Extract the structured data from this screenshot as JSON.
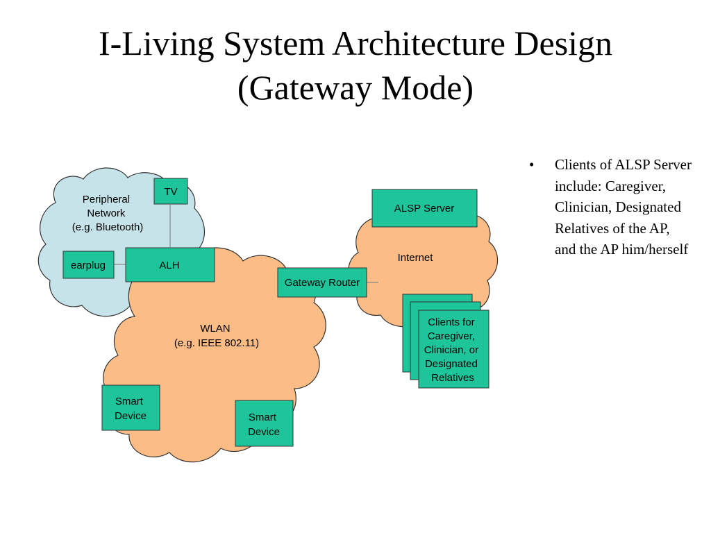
{
  "title": {
    "line1": "I-Living System Architecture Design",
    "line2": "(Gateway Mode)"
  },
  "diagram": {
    "peripheral_cloud": {
      "label_lines": [
        "Peripheral",
        "Network",
        "(e.g. Bluetooth)"
      ],
      "color": "#c5e3e8"
    },
    "wlan_cloud": {
      "label_lines": [
        "WLAN",
        "(e.g. IEEE 802.11)"
      ],
      "color": "#fbbd85"
    },
    "internet_cloud": {
      "label": "Internet",
      "color": "#fbbd85"
    },
    "box_color": "#1ec59a",
    "nodes": {
      "tv": "TV",
      "earplug": "earplug",
      "alh": "ALH",
      "gateway_router": "Gateway Router",
      "alsp_server": "ALSP Server",
      "smart_device_1": [
        "Smart",
        "Device"
      ],
      "smart_device_2": [
        "Smart",
        "Device"
      ],
      "clients": [
        "Clients for",
        "Caregiver,",
        "Clinician, or",
        "Designated",
        "Relatives"
      ]
    }
  },
  "bullets": [
    "Clients of ALSP Server include: Caregiver, Clinician, Designated Relatives of the AP, and the AP him/herself"
  ]
}
